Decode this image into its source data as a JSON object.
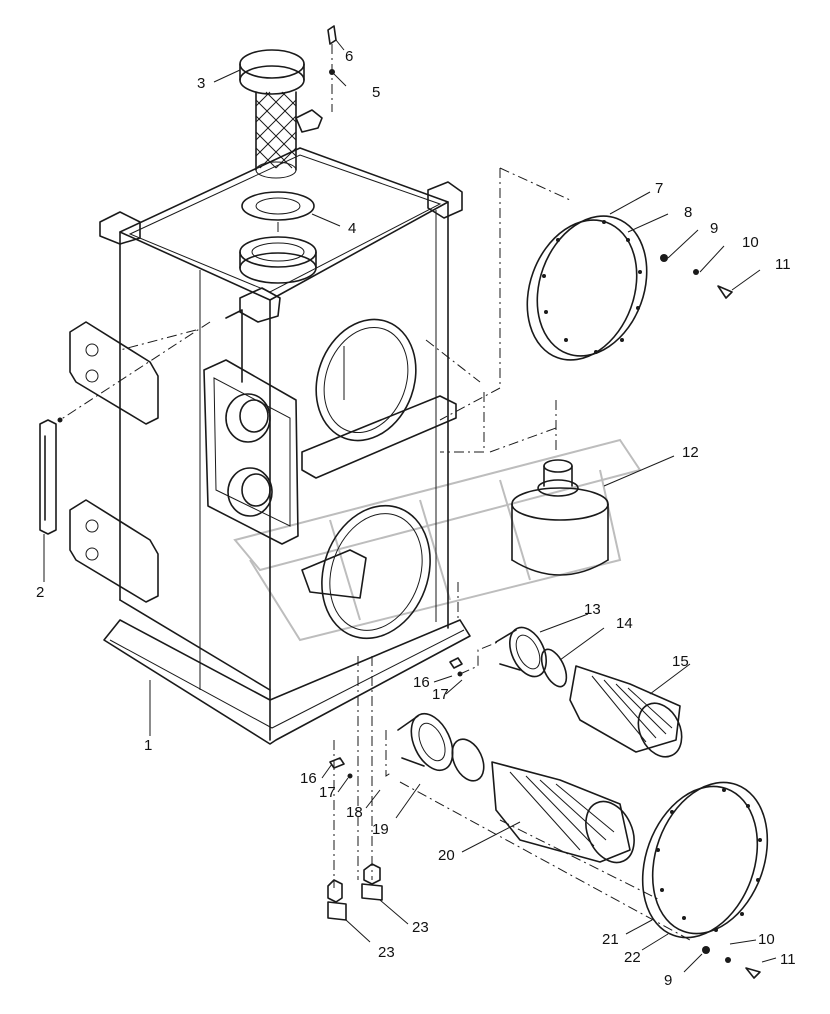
{
  "callouts": [
    {
      "id": "c1",
      "label": "1"
    },
    {
      "id": "c2",
      "label": "2"
    },
    {
      "id": "c3",
      "label": "3"
    },
    {
      "id": "c4",
      "label": "4"
    },
    {
      "id": "c5",
      "label": "5"
    },
    {
      "id": "c6",
      "label": "6"
    },
    {
      "id": "c7",
      "label": "7"
    },
    {
      "id": "c8",
      "label": "8"
    },
    {
      "id": "c9a",
      "label": "9"
    },
    {
      "id": "c10a",
      "label": "10"
    },
    {
      "id": "c11a",
      "label": "11"
    },
    {
      "id": "c12",
      "label": "12"
    },
    {
      "id": "c13",
      "label": "13"
    },
    {
      "id": "c14",
      "label": "14"
    },
    {
      "id": "c15",
      "label": "15"
    },
    {
      "id": "c16a",
      "label": "16"
    },
    {
      "id": "c17a",
      "label": "17"
    },
    {
      "id": "c16b",
      "label": "16"
    },
    {
      "id": "c17b",
      "label": "17"
    },
    {
      "id": "c18",
      "label": "18"
    },
    {
      "id": "c19",
      "label": "19"
    },
    {
      "id": "c20",
      "label": "20"
    },
    {
      "id": "c21",
      "label": "21"
    },
    {
      "id": "c22",
      "label": "22"
    },
    {
      "id": "c9b",
      "label": "9"
    },
    {
      "id": "c10b",
      "label": "10"
    },
    {
      "id": "c11b",
      "label": "11"
    },
    {
      "id": "c23a",
      "label": "23"
    },
    {
      "id": "c23b",
      "label": "23"
    }
  ]
}
